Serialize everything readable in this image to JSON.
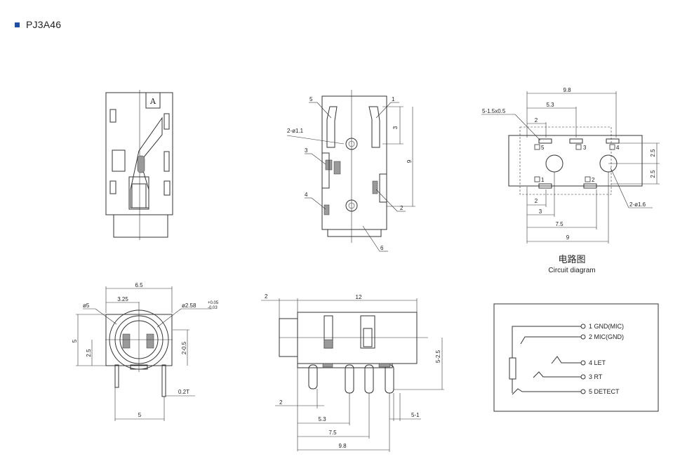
{
  "header": {
    "part_code": "PJ3A46"
  },
  "side_view": {
    "letter": "A"
  },
  "front_view": {
    "dims": {
      "d_2_hole": "2-ø1.1",
      "d_3": "3",
      "d_9": "9"
    },
    "callouts": [
      "1",
      "2",
      "3",
      "4",
      "5",
      "6"
    ]
  },
  "pcb_layout": {
    "dims": {
      "d_9_8": "9.8",
      "d_5_3": "5.3",
      "d_2_top": "2",
      "d_5_slots": "5-1.5x0.5",
      "d_2_5_a": "2.5",
      "d_2_5_b": "2.5",
      "d_2_bottom": "2",
      "d_3": "3",
      "d_7_5": "7.5",
      "d_9": "9",
      "d_2_hole": "2-ø1.6"
    },
    "pins": [
      "1",
      "2",
      "3",
      "4",
      "5"
    ],
    "caption_cn": "电路图",
    "caption_en": "Circuit diagram"
  },
  "end_view": {
    "dims": {
      "d_6_5": "6.5",
      "d_3_25": "3.25",
      "d_o5": "ø5",
      "d_o2_58": "ø2.58",
      "tol_plus": "+0.05",
      "tol_minus": "-0.03",
      "d_5_left": "5",
      "d_2_5": "2.5",
      "d_2_0_5": "2-0.5",
      "d_0_2t": "0.2T",
      "d_5_bottom": "5"
    }
  },
  "bottom_view": {
    "dims": {
      "d_2_top": "2",
      "d_12": "12",
      "d_5_2_5": "5-2.5",
      "d_2_left": "2",
      "d_5_3": "5.3",
      "d_5_1": "5-1",
      "d_7_5": "7.5",
      "d_9_8": "9.8"
    }
  },
  "schematic": {
    "labels": [
      "1 GND(MIC)",
      "2 MIC(GND)",
      "4 LET",
      "3 RT",
      "5 DETECT"
    ]
  }
}
